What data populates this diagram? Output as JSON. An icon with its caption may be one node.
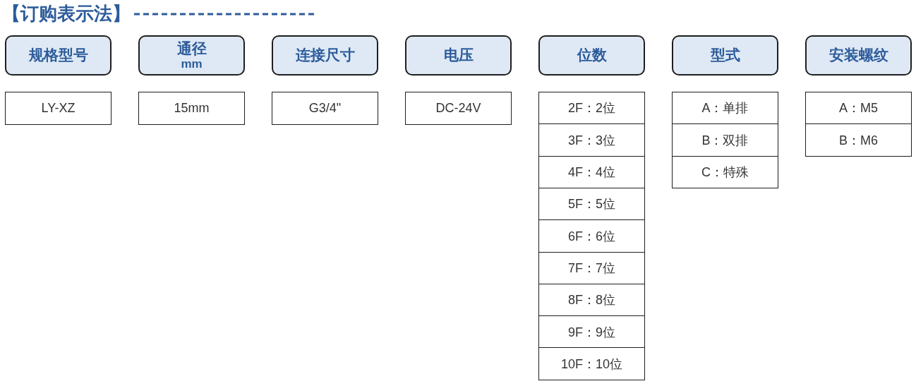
{
  "diagram": {
    "title": "【订购表示法】",
    "nodes": [
      {
        "text": [
          "规格型号"
        ]
      },
      {
        "text": [
          "LY-XZ"
        ]
      },
      {
        "text": [
          "通径",
          "mm"
        ]
      },
      {
        "text": [
          "15mm"
        ]
      },
      {
        "text": [
          "连接尺寸"
        ]
      },
      {
        "text": [
          "G3/4\""
        ]
      },
      {
        "text": [
          "电压"
        ]
      },
      {
        "text": [
          "DC-24V"
        ]
      },
      {
        "text": [
          "位数"
        ]
      },
      {
        "text": [
          "2F：2位"
        ]
      },
      {
        "text": [
          "3F：3位"
        ]
      },
      {
        "text": [
          "4F：4位"
        ]
      },
      {
        "text": [
          "5F：5位"
        ]
      },
      {
        "text": [
          "6F：6位"
        ]
      },
      {
        "text": [
          "7F：7位"
        ]
      },
      {
        "text": [
          "8F：8位"
        ]
      },
      {
        "text": [
          "9F：9位"
        ]
      },
      {
        "text": [
          "10F：10位"
        ]
      },
      {
        "text": [
          "型式"
        ]
      },
      {
        "text": [
          "A：单排"
        ]
      },
      {
        "text": [
          "B：双排"
        ]
      },
      {
        "text": [
          "C：特殊"
        ]
      },
      {
        "text": [
          "安装螺纹"
        ]
      },
      {
        "text": [
          "A：M5"
        ]
      },
      {
        "text": [
          "B：M6"
        ]
      }
    ]
  }
}
